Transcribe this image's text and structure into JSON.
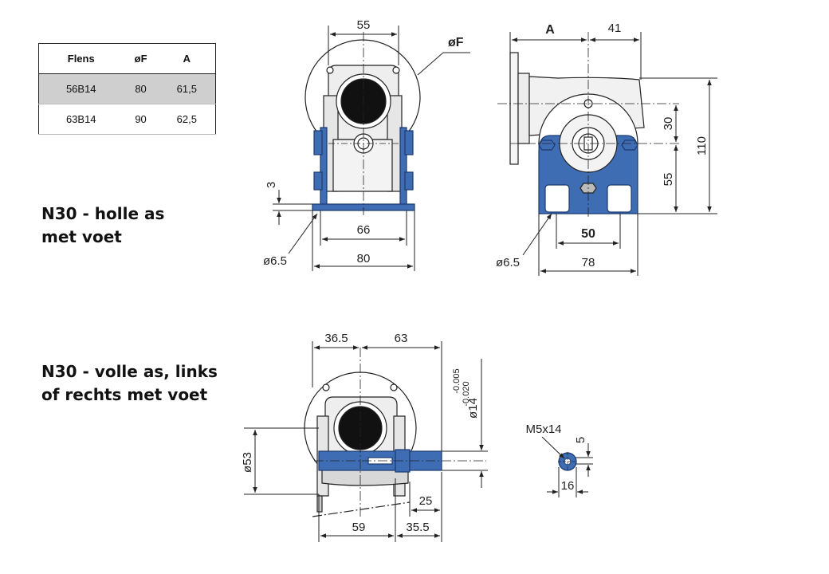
{
  "table": {
    "headers": [
      "Flens",
      "øF",
      "A"
    ],
    "rows": [
      [
        "56B14",
        "80",
        "61,5"
      ],
      [
        "63B14",
        "90",
        "62,5"
      ]
    ]
  },
  "headings": {
    "hollow": [
      "N30 - holle as",
      "met voet"
    ],
    "solid": [
      "N30 - volle as, links",
      "of rechts met voet"
    ]
  },
  "front_view": {
    "d55": "55",
    "dF": "øF",
    "d3": "3",
    "d66": "66",
    "d80": "80",
    "hole": "ø6.5"
  },
  "side_view": {
    "dA": "A",
    "d41": "41",
    "d30": "30",
    "d110": "110",
    "d55": "55",
    "d50": "50",
    "d78": "78",
    "hole": "ø6.5"
  },
  "shaft_view": {
    "d36_5": "36.5",
    "d63": "63",
    "tolerance_upper": "-0.005",
    "tolerance_lower": "-0.020",
    "d14": "ø14",
    "d53": "ø53",
    "d25": "25",
    "d59": "59",
    "d35_5": "35.5"
  },
  "shaft_end": {
    "thread": "M5x14",
    "d5": "5",
    "d16": "16"
  },
  "colors": {
    "blue_part": "#3f6db3",
    "line": "#222222",
    "grey_fill": "#e6e6e6",
    "dark": "#1a1a1a"
  }
}
